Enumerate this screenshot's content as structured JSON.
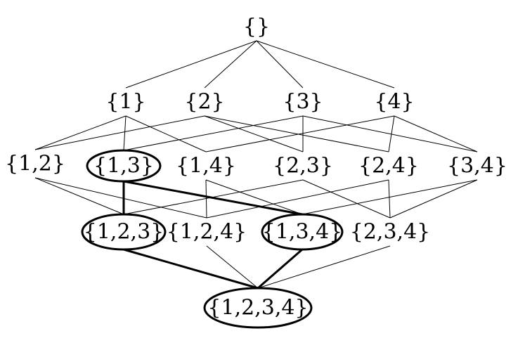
{
  "diagram": {
    "nodes": [
      {
        "id": "n0",
        "label": "{}",
        "highlighted": false
      },
      {
        "id": "n1",
        "label": "{1}",
        "highlighted": false
      },
      {
        "id": "n2",
        "label": "{2}",
        "highlighted": false
      },
      {
        "id": "n3",
        "label": "{3}",
        "highlighted": false
      },
      {
        "id": "n4",
        "label": "{4}",
        "highlighted": false
      },
      {
        "id": "n12",
        "label": "{1,2}",
        "highlighted": false
      },
      {
        "id": "n13",
        "label": "{1,3}",
        "highlighted": true
      },
      {
        "id": "n14",
        "label": "{1,4}",
        "highlighted": false
      },
      {
        "id": "n23",
        "label": "{2,3}",
        "highlighted": false
      },
      {
        "id": "n24",
        "label": "{2,4}",
        "highlighted": false
      },
      {
        "id": "n34",
        "label": "{3,4}",
        "highlighted": false
      },
      {
        "id": "n123",
        "label": "{1,2,3}",
        "highlighted": true
      },
      {
        "id": "n124",
        "label": "{1,2,4}",
        "highlighted": false
      },
      {
        "id": "n134",
        "label": "{1,3,4}",
        "highlighted": true
      },
      {
        "id": "n234",
        "label": "{2,3,4}",
        "highlighted": false
      },
      {
        "id": "n1234",
        "label": "{1,2,3,4}",
        "highlighted": true
      }
    ],
    "edges": [
      {
        "from": "n0",
        "to": "n1",
        "highlighted": false
      },
      {
        "from": "n0",
        "to": "n2",
        "highlighted": false
      },
      {
        "from": "n0",
        "to": "n3",
        "highlighted": false
      },
      {
        "from": "n0",
        "to": "n4",
        "highlighted": false
      },
      {
        "from": "n1",
        "to": "n12",
        "highlighted": false
      },
      {
        "from": "n1",
        "to": "n13",
        "highlighted": false
      },
      {
        "from": "n1",
        "to": "n14",
        "highlighted": false
      },
      {
        "from": "n2",
        "to": "n12",
        "highlighted": false
      },
      {
        "from": "n2",
        "to": "n23",
        "highlighted": false
      },
      {
        "from": "n2",
        "to": "n24",
        "highlighted": false
      },
      {
        "from": "n3",
        "to": "n13",
        "highlighted": false
      },
      {
        "from": "n3",
        "to": "n23",
        "highlighted": false
      },
      {
        "from": "n3",
        "to": "n34",
        "highlighted": false
      },
      {
        "from": "n4",
        "to": "n14",
        "highlighted": false
      },
      {
        "from": "n4",
        "to": "n24",
        "highlighted": false
      },
      {
        "from": "n4",
        "to": "n34",
        "highlighted": false
      },
      {
        "from": "n12",
        "to": "n123",
        "highlighted": false
      },
      {
        "from": "n12",
        "to": "n124",
        "highlighted": false
      },
      {
        "from": "n13",
        "to": "n123",
        "highlighted": true
      },
      {
        "from": "n13",
        "to": "n134",
        "highlighted": true
      },
      {
        "from": "n14",
        "to": "n124",
        "highlighted": false
      },
      {
        "from": "n14",
        "to": "n134",
        "highlighted": false
      },
      {
        "from": "n23",
        "to": "n123",
        "highlighted": false
      },
      {
        "from": "n23",
        "to": "n234",
        "highlighted": false
      },
      {
        "from": "n24",
        "to": "n124",
        "highlighted": false
      },
      {
        "from": "n24",
        "to": "n234",
        "highlighted": false
      },
      {
        "from": "n34",
        "to": "n134",
        "highlighted": false
      },
      {
        "from": "n34",
        "to": "n234",
        "highlighted": false
      },
      {
        "from": "n123",
        "to": "n1234",
        "highlighted": true
      },
      {
        "from": "n124",
        "to": "n1234",
        "highlighted": false
      },
      {
        "from": "n134",
        "to": "n1234",
        "highlighted": true
      },
      {
        "from": "n234",
        "to": "n1234",
        "highlighted": false
      }
    ]
  }
}
